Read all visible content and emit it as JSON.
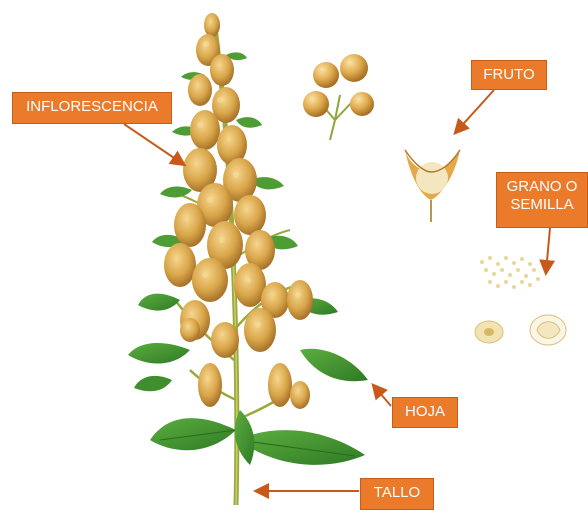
{
  "labels": {
    "inflorescencia": "INFLORESCENCIA",
    "fruto": "FRUTO",
    "grano_line1": "GRANO O",
    "grano_line2": "SEMILLA",
    "hoja": "HOJA",
    "tallo": "TALLO"
  },
  "colors": {
    "label_fill": "#ec7a2b",
    "label_text": "#ffffff",
    "arrow": "#c8591a",
    "leaf": "#3f8f2f",
    "leaf_light": "#5cae3f",
    "stem": "#8fa63a",
    "grain": "#d9a64a",
    "seed": "#e9d79a"
  },
  "icons": {
    "plant": "quinoa-plant-illustration",
    "fruit_cluster": "fruit-cluster-illustration",
    "fruit": "open-fruit-illustration",
    "seeds": "seed-grains-illustration"
  }
}
